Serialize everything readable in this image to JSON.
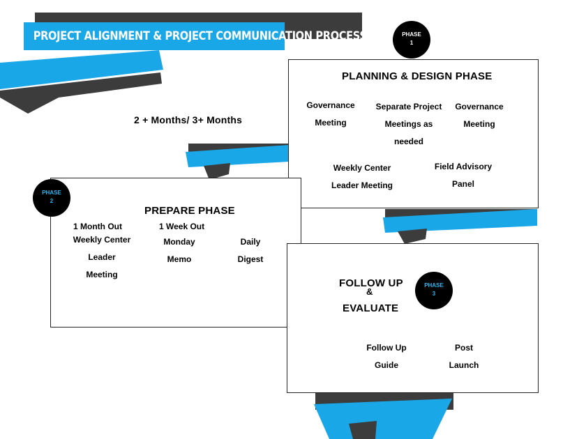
{
  "title": "PROJECT ALIGNMENT & PROJECT COMMUNICATION PROCESS",
  "colors": {
    "accent": "#1aa7e8",
    "dark_ribbon": "#3c3c3c",
    "badge": "#000000"
  },
  "duration_label": "2 + Months/ 3+ Months",
  "phase1": {
    "badge_label": "PHASE",
    "badge_number": "1",
    "heading": "PLANNING & DESIGN PHASE",
    "items": {
      "governance_a_line1": "Governance",
      "governance_a_line2": "Meeting",
      "separate_line1": "Separate Project",
      "separate_line2": "Meetings as",
      "separate_line3": "needed",
      "governance_b_line1": "Governance",
      "governance_b_line2": "Meeting",
      "weekly_line1": "Weekly Center",
      "weekly_line2": "Leader Meeting",
      "field_line1": "Field Advisory",
      "field_line2": "Panel"
    }
  },
  "phase2": {
    "badge_label": "PHASE",
    "badge_number": "2",
    "heading": "PREPARE PHASE",
    "items": {
      "month_out": "1 Month Out",
      "week_out": "1 Week Out",
      "weekly_line1": "Weekly Center",
      "weekly_line2": "Leader",
      "weekly_line3": "Meeting",
      "monday_line1": "Monday",
      "monday_line2": "Memo",
      "daily_line1": "Daily",
      "daily_line2": "Digest"
    }
  },
  "phase3": {
    "badge_label": "PHASE",
    "badge_number": "3",
    "heading_line1": "FOLLOW UP",
    "heading_amp": "&",
    "heading_line2": "EVALUATE",
    "items": {
      "followup_line1": "Follow Up",
      "followup_line2": "Guide",
      "post_line1": "Post",
      "post_line2": "Launch"
    }
  }
}
